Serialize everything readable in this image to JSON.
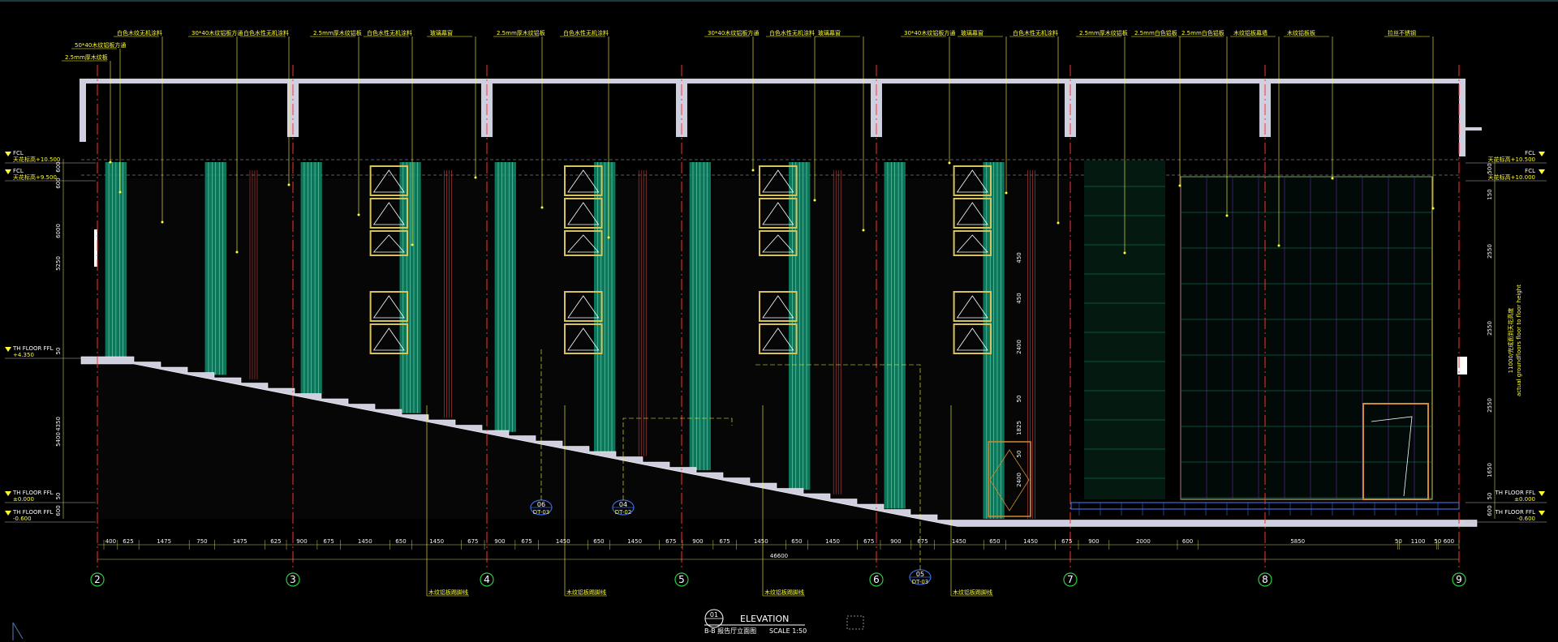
{
  "colors": {
    "background": "#000000",
    "wall": "#cfcfe0",
    "leader": "#ffff33",
    "grid_line": "#ff3030",
    "glazing": "#d8c25a",
    "green_panel": "#0f8a6a",
    "dim_line": "#c8c864",
    "axis_circle": "#2ecc40",
    "accent": "#8a2be2"
  },
  "top_labels": [
    "2.5mm厚木纹板",
    "50*40木纹铝板方通",
    "白色木纹无机涂料",
    "30*40木纹铝板方通",
    "白色水性无机涂料",
    "2.5mm厚木纹铝板",
    "白色水性无机涂料",
    "玻璃幕窗",
    "2.5mm厚木纹铝板",
    "白色水性无机涂料",
    "30*40木纹铝板方通",
    "白色水性无机涂料",
    "玻璃幕窗",
    "30*40木纹铝板方通",
    "玻璃幕窗",
    "白色木性无机涂料",
    "2.5mm厚木纹铝板",
    "2.5mm白色铝板",
    "2.5mm白色铝板",
    "木纹铝板幕墙",
    "木纹铝板板",
    "拉丝不锈钢"
  ],
  "bottom_labels": [
    "木纹铝板踢脚线",
    "木纹铝板踢脚线",
    "木纹铝板踢脚线",
    "木纹铝板踢脚线"
  ],
  "levels_left": [
    {
      "name": "FCL",
      "note": "天花标高+10.500"
    },
    {
      "name": "FCL",
      "note": "天花标高+9.500"
    },
    {
      "name": "TH FLOOR FFL",
      "note": "+4.350"
    },
    {
      "name": "TH FLOOR FFL",
      "note": "±0.000"
    },
    {
      "name": "TH FLOOR FFL",
      "note": "-0.600"
    }
  ],
  "levels_right": [
    {
      "name": "FCL",
      "note": "天花标高+10.500"
    },
    {
      "name": "FCL",
      "note": "天花标高+10.000"
    },
    {
      "name": "TH FLOOR FFL",
      "note": "±0.000"
    },
    {
      "name": "TH FLOOR FFL",
      "note": "-0.600"
    }
  ],
  "left_vertical_dims": [
    "600",
    "600",
    "6000",
    "5250",
    "50",
    "4350",
    "5400",
    "50",
    "600"
  ],
  "right_vertical_dims": [
    "500",
    "150",
    "2550",
    "2550",
    "2550",
    "1650",
    "50",
    "600"
  ],
  "right_vertical_note": "11000/完成面到天花高度",
  "right_vertical_note_en": "actual groundfloors floor to floor height",
  "center_vertical_dims": [
    "450",
    "450",
    "2400",
    "50",
    "1825",
    "50",
    "2400"
  ],
  "dims_bottom": [
    "400",
    "625",
    "1475",
    "750",
    "1475",
    "625",
    "900",
    "675",
    "1450",
    "650",
    "1450",
    "675",
    "900",
    "675",
    "1450",
    "650",
    "1450",
    "675",
    "900",
    "675",
    "1450",
    "650",
    "1450",
    "675",
    "900",
    "675",
    "1450",
    "650",
    "1450",
    "675",
    "900",
    "2000",
    "600",
    "5850",
    "50",
    "1100",
    "50",
    "600"
  ],
  "total_dim": "46600",
  "axes": [
    "2",
    "3",
    "4",
    "5",
    "6",
    "7",
    "8",
    "9"
  ],
  "section_tags": [
    {
      "num": "06",
      "ref": "DT-03"
    },
    {
      "num": "04",
      "ref": "DT-02"
    },
    {
      "num": "05",
      "ref": "DT-03"
    }
  ],
  "title": {
    "num": "01",
    "name": "ELEVATION",
    "sub": "B-B 报告厅立面图",
    "scale": "SCALE  1:50"
  }
}
